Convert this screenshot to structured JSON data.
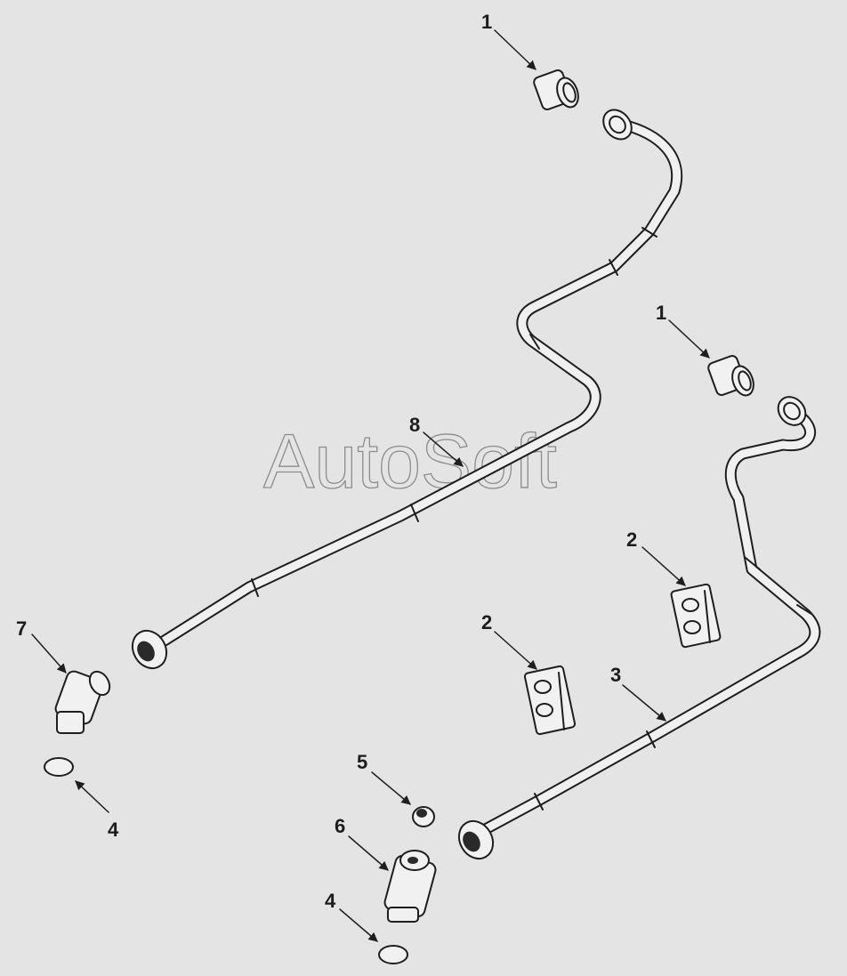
{
  "watermark": "AutoSoft",
  "callouts": {
    "c1a": "1",
    "c1b": "1",
    "c2a": "2",
    "c2b": "2",
    "c3": "3",
    "c4a": "4",
    "c4b": "4",
    "c5": "5",
    "c6": "6",
    "c7": "7",
    "c8": "8"
  }
}
